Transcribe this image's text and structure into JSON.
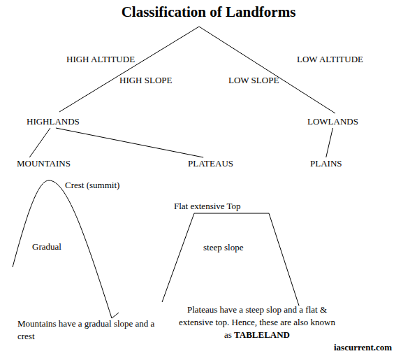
{
  "diagram": {
    "title": "Classification of Landforms",
    "nodes": [
      {
        "text": [
          "HIGHLANDS"
        ]
      },
      {
        "text": [
          "LOWLANDS"
        ]
      },
      {
        "text": [
          "MOUNTAINS"
        ]
      },
      {
        "text": [
          "PLATEAUS"
        ]
      },
      {
        "text": [
          "PLAINS"
        ]
      }
    ],
    "edges": [
      {
        "from": 0,
        "to": 2,
        "arrow": "none"
      },
      {
        "from": 0,
        "to": 3,
        "arrow": "none"
      },
      {
        "from": 1,
        "to": 4,
        "arrow": "none"
      }
    ],
    "labels": [
      "HIGH ALTITUDE",
      "LOW ALTITUDE",
      "HIGH SLOPE",
      "LOW SLOPE",
      "Crest (summit)",
      "Gradual",
      "Flat extensive Top",
      "steep slope",
      "Mountains have a gradual slope and a crest",
      "Plateaus have a steep slop and a flat & extensive top. Hence, these are also known as",
      "TABLELAND",
      "iascurrent.com"
    ]
  }
}
